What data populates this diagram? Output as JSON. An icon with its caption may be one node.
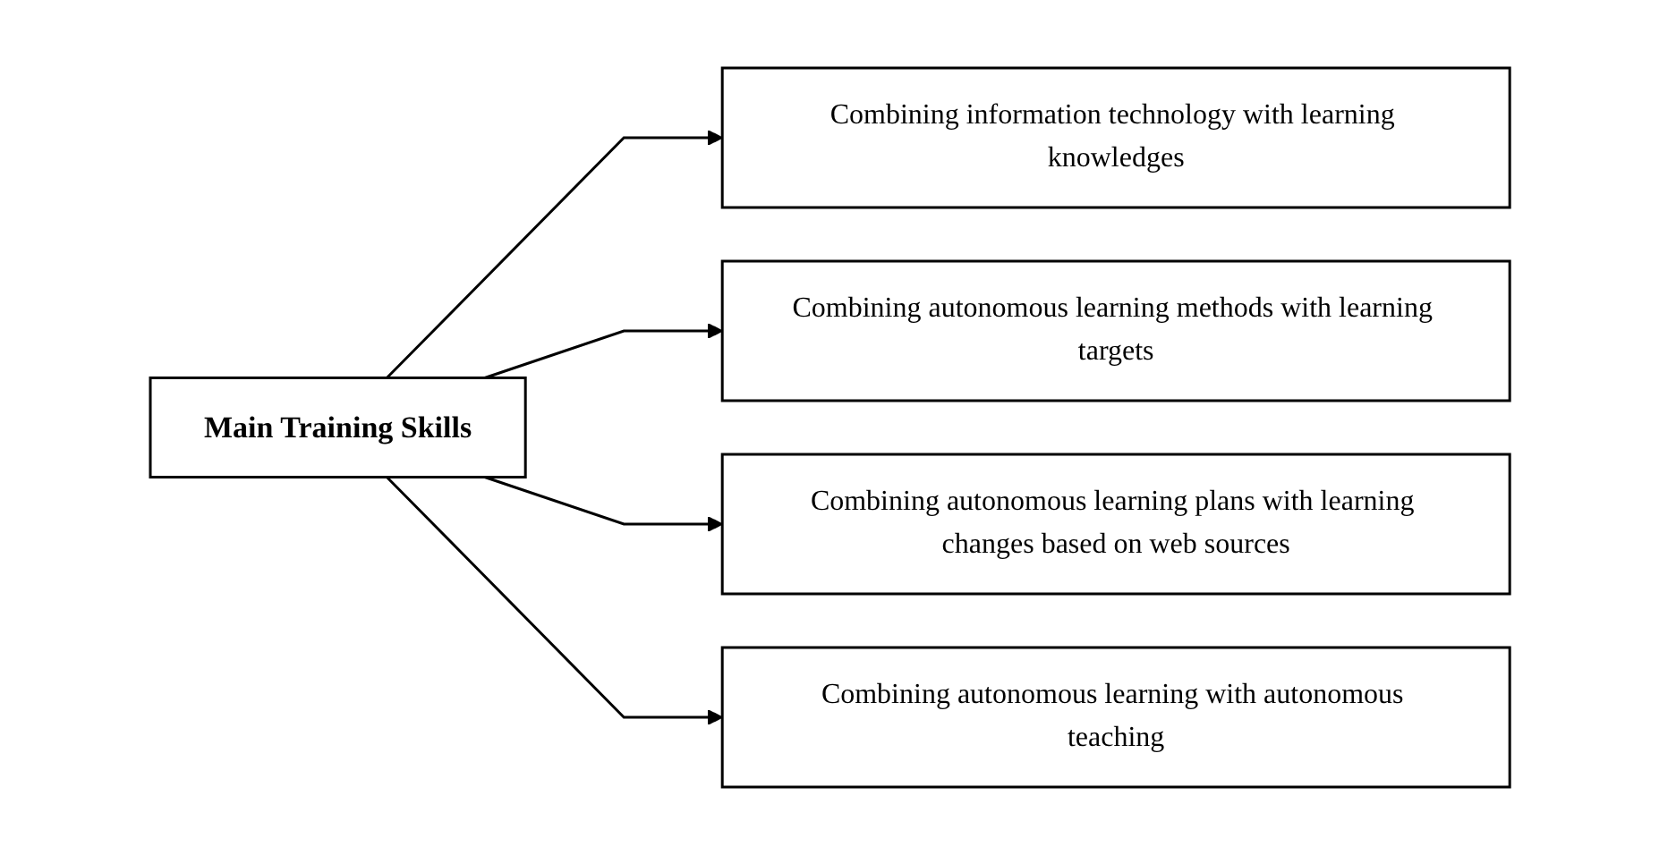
{
  "diagram": {
    "nodes": [
      {
        "text": [
          "Main Training Skills"
        ]
      },
      {
        "text": [
          "Combining information technology with learning knowledges"
        ]
      },
      {
        "text": [
          "Combining autonomous learning methods with learning targets"
        ]
      },
      {
        "text": [
          "Combining autonomous learning plans with learning changes based on web sources"
        ]
      },
      {
        "text": [
          "Combining autonomous learning with autonomous teaching"
        ]
      }
    ],
    "edges": [
      {
        "from": 0,
        "to": 1,
        "arrow": "to"
      },
      {
        "from": 0,
        "to": 2,
        "arrow": "to"
      },
      {
        "from": 0,
        "to": 3,
        "arrow": "to"
      },
      {
        "from": 0,
        "to": 4,
        "arrow": "to"
      }
    ]
  }
}
